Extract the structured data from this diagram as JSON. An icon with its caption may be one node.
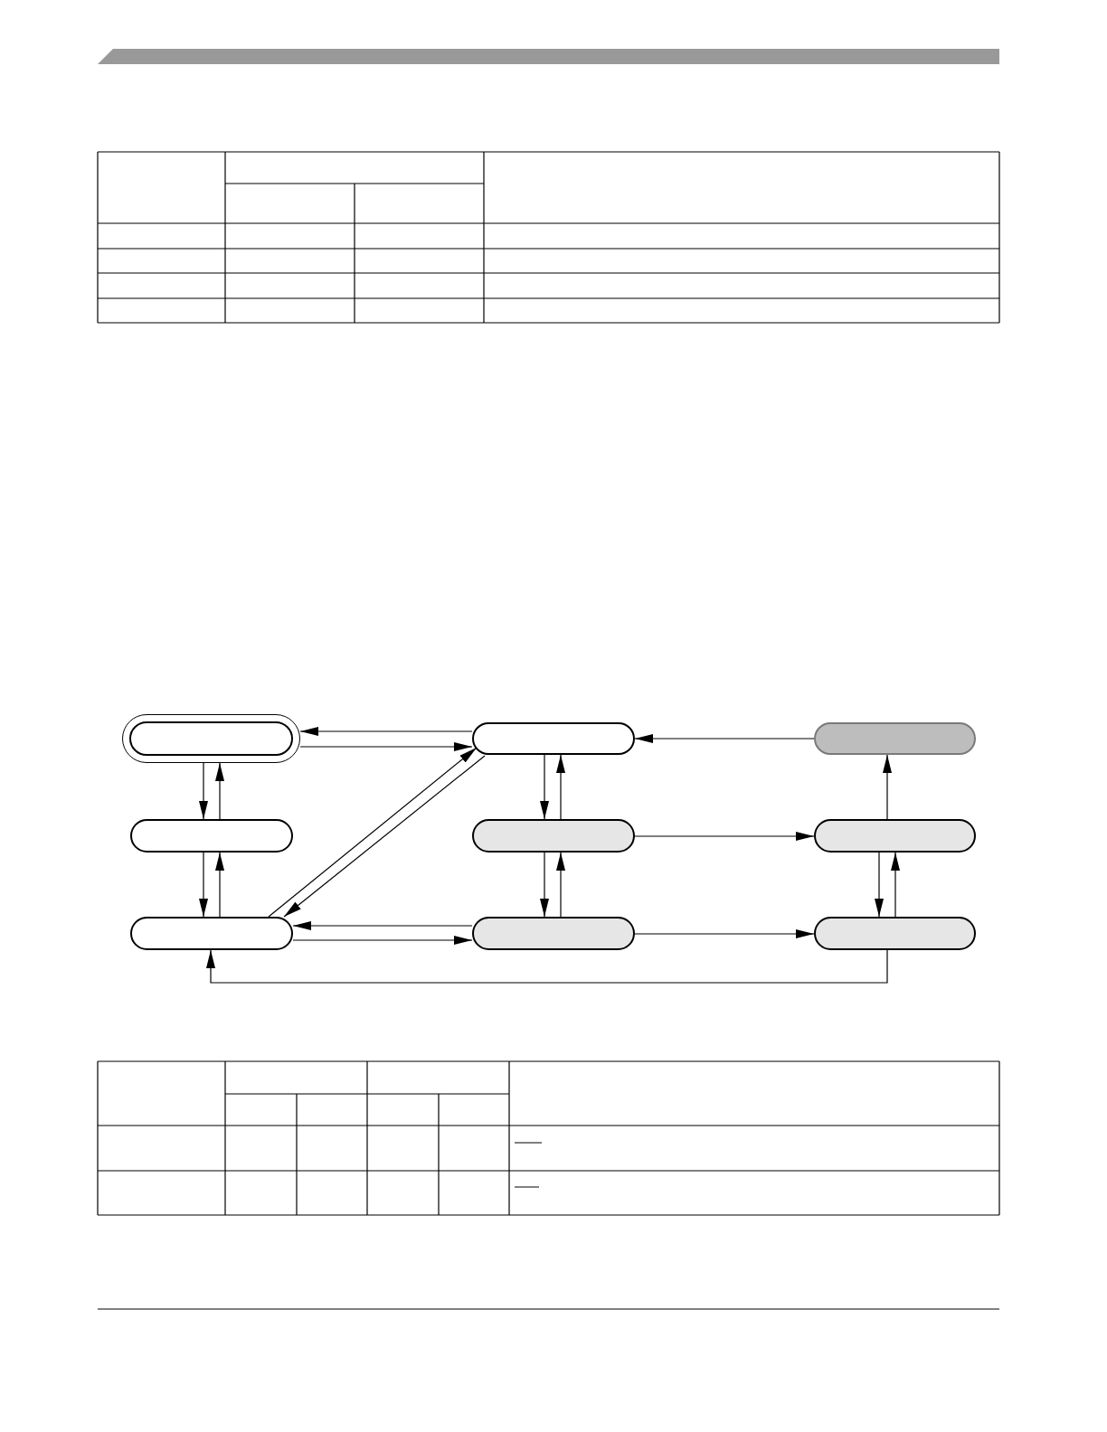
{
  "diagram": {
    "nodes": [
      {
        "text": [],
        "shape": "pill"
      },
      {
        "text": [],
        "shape": "pill"
      },
      {
        "text": [],
        "shape": "pill"
      },
      {
        "text": [],
        "shape": "pill"
      },
      {
        "text": [],
        "shape": "pill"
      },
      {
        "text": [],
        "shape": "pill"
      },
      {
        "text": [],
        "shape": "pill"
      },
      {
        "text": [],
        "shape": "pill"
      },
      {
        "text": [],
        "shape": "pill"
      }
    ],
    "edges": [
      {
        "from": 1,
        "to": 0,
        "arrow": "to"
      },
      {
        "from": 0,
        "to": 1,
        "arrow": "to"
      },
      {
        "from": 0,
        "to": 3,
        "arrow": "to"
      },
      {
        "from": 3,
        "to": 0,
        "arrow": "to"
      },
      {
        "from": 3,
        "to": 6,
        "arrow": "to"
      },
      {
        "from": 6,
        "to": 3,
        "arrow": "to"
      },
      {
        "from": 6,
        "to": 1,
        "arrow": "to"
      },
      {
        "from": 1,
        "to": 6,
        "arrow": "to"
      },
      {
        "from": 1,
        "to": 4,
        "arrow": "to"
      },
      {
        "from": 4,
        "to": 1,
        "arrow": "to"
      },
      {
        "from": 2,
        "to": 1,
        "arrow": "to"
      },
      {
        "from": 4,
        "to": 7,
        "arrow": "to"
      },
      {
        "from": 7,
        "to": 4,
        "arrow": "to"
      },
      {
        "from": 4,
        "to": 5,
        "arrow": "to"
      },
      {
        "from": 5,
        "to": 2,
        "arrow": "to"
      },
      {
        "from": 5,
        "to": 8,
        "arrow": "to"
      },
      {
        "from": 8,
        "to": 5,
        "arrow": "to"
      },
      {
        "from": 7,
        "to": 6,
        "arrow": "to"
      },
      {
        "from": 6,
        "to": 7,
        "arrow": "to"
      },
      {
        "from": 7,
        "to": 8,
        "arrow": "to"
      },
      {
        "from": 8,
        "to": 6,
        "arrow": "to"
      }
    ]
  }
}
